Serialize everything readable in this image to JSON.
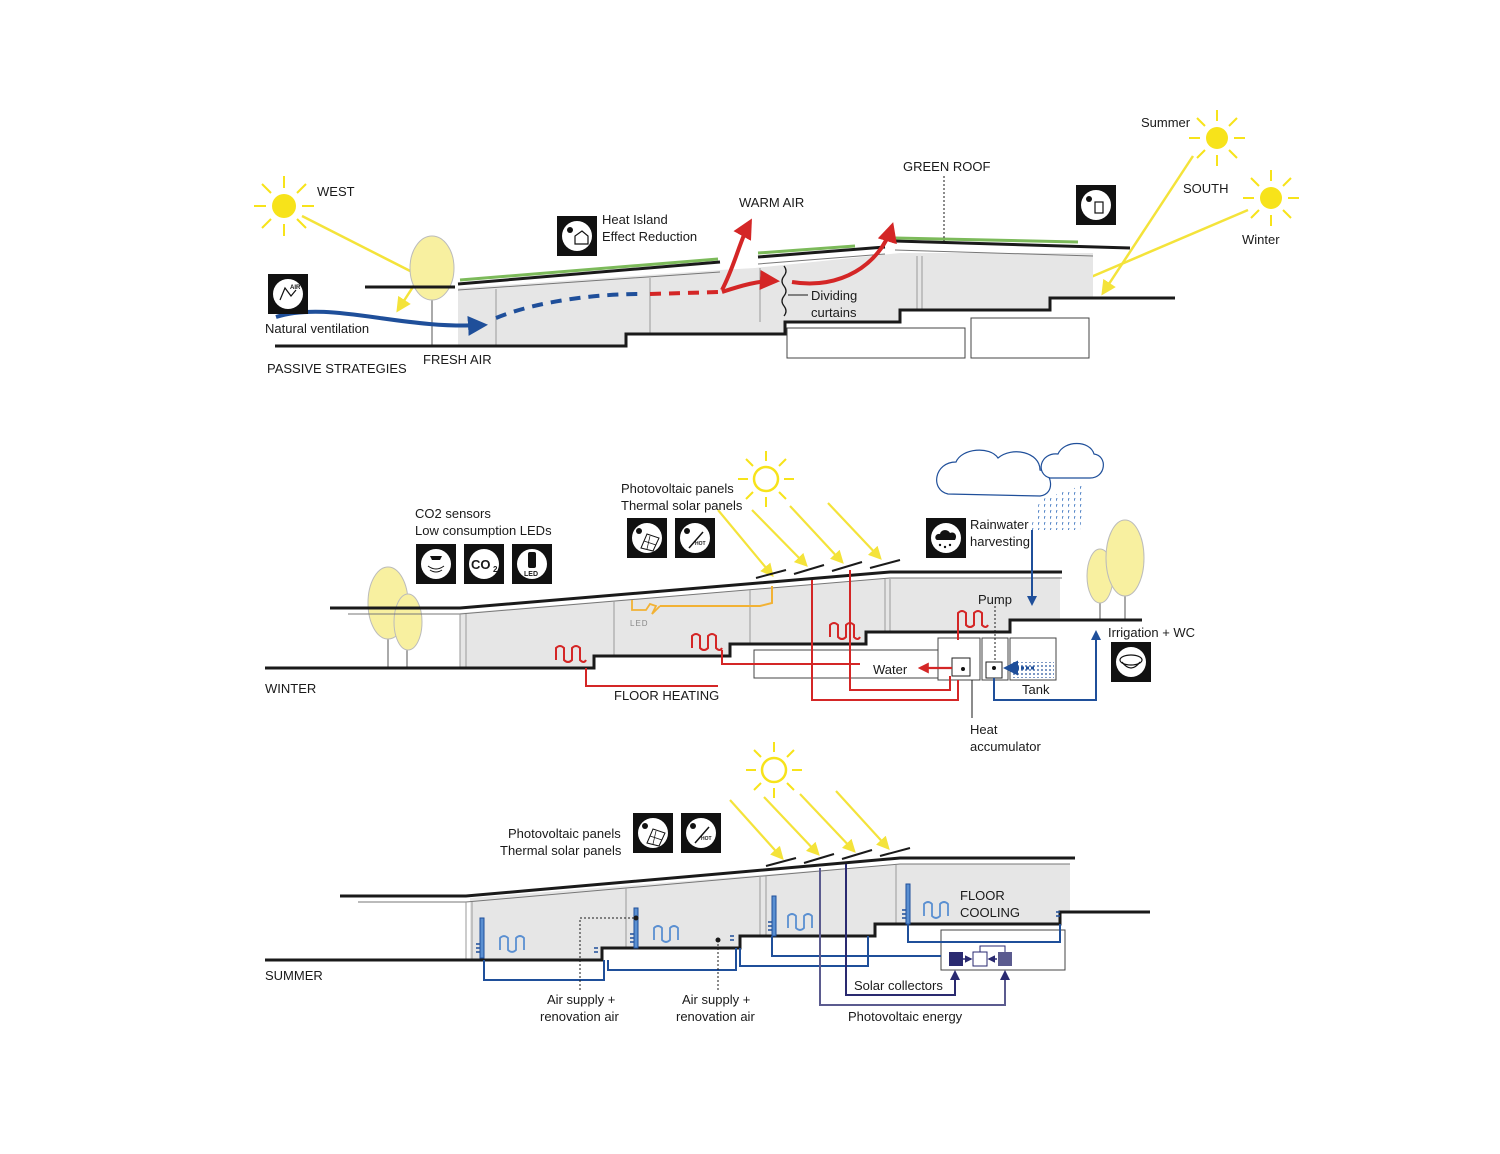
{
  "colors": {
    "sun": "#f7e31a",
    "sun_ray": "#f4e33a",
    "warm": "#d42626",
    "cool": "#1f4f9a",
    "light_blue": "#5a8fd1",
    "led_orange": "#f2b235",
    "tree": "#f8f0a0",
    "building_fill": "#e6e6e6",
    "green_roof": "#7cba5a",
    "icon_bg": "#111111",
    "purple": "#2a2a70",
    "slate": "#5b5b8f"
  },
  "passive": {
    "west": "WEST",
    "summer": "Summer",
    "south": "SOUTH",
    "winter_sun": "Winter",
    "green_roof": "GREEN ROOF",
    "warm_air": "WARM AIR",
    "heat_island": [
      "Heat Island",
      "Effect Reduction"
    ],
    "natural_ventilation": "Natural ventilation",
    "fresh_air": "FRESH AIR",
    "dividing_curtains": [
      "Dividing",
      "curtains"
    ],
    "section_label": "PASSIVE STRATEGIES"
  },
  "winter": {
    "co2": [
      "CO2 sensors",
      "Low consumption LEDs"
    ],
    "pv": [
      "Photovoltaic panels",
      "Thermal solar panels"
    ],
    "rainwater": [
      "Rainwater",
      "harvesting"
    ],
    "pump": "Pump",
    "irrigation": "Irrigation + WC",
    "water": "Water",
    "tank": "Tank",
    "floor_heating": "FLOOR HEATING",
    "heat_accumulator": [
      "Heat",
      "accumulator"
    ],
    "section_label": "WINTER",
    "led_tag": "LED",
    "co2_icon": "CO",
    "co2_sub": "2",
    "hot_tag": "HOT"
  },
  "summer": {
    "pv": [
      "Photovoltaic panels",
      "Thermal solar panels"
    ],
    "floor_cooling": [
      "FLOOR",
      "COOLING"
    ],
    "air_supply_1": [
      "Air supply +",
      "renovation air"
    ],
    "air_supply_2": [
      "Air supply +",
      "renovation air"
    ],
    "solar_collectors": "Solar collectors",
    "pv_energy": "Photovoltaic energy",
    "section_label": "SUMMER",
    "hot_tag": "HOT"
  },
  "icons": [
    "thermometer-icon",
    "sun-house-icon",
    "lamp-icon",
    "co2-icon",
    "led-bulb-icon",
    "solar-panel-icon",
    "thermal-panel-icon",
    "rain-cloud-icon",
    "toilet-icon"
  ]
}
